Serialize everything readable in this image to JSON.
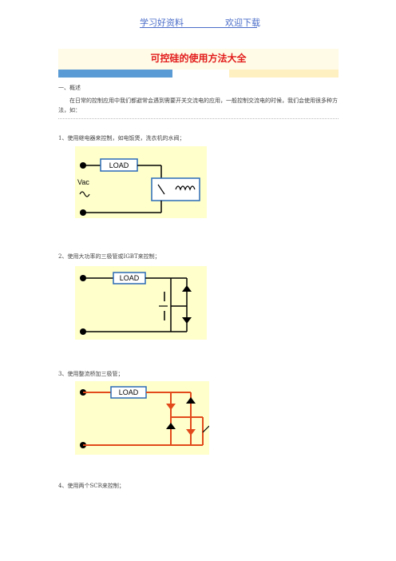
{
  "header": {
    "left": "学习好资料",
    "right": "欢迎下载"
  },
  "title": "可控硅的使用方法大全",
  "section": {
    "heading": "一、概述",
    "paragraph": "在日常的控制应用中我们都避常会遇到需要开关交流电的应用，一般控制交流电的时候，我们会使用很多种方法，如："
  },
  "items": [
    {
      "label": "1、使用继电器来控制，如电饭煲，洗衣机的水阀；"
    },
    {
      "label": "2、使用大功率的三极管或IGBT来控制；"
    },
    {
      "label": "3、使用整流桥加三极管；"
    },
    {
      "label": "4、使用两个SCR来控制；"
    }
  ],
  "diagrams": {
    "load_text": "LOAD",
    "vac_text": "Vac",
    "colors": {
      "panel": "#ffffcc",
      "wire": "#000000",
      "box": "#2a6ab5",
      "red": "#e24a1b",
      "thyristor_fill": "#000000"
    }
  }
}
